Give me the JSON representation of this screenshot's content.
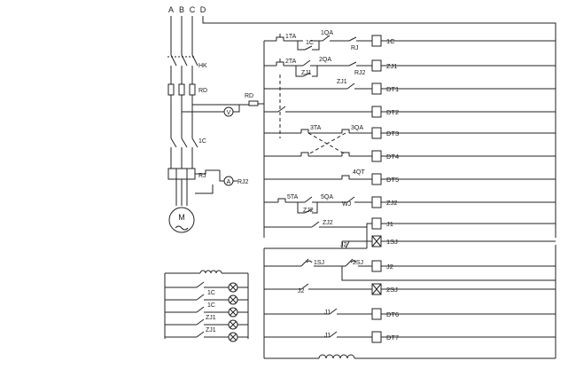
{
  "phases": [
    "A",
    "B",
    "C",
    "D"
  ],
  "power": {
    "switch": "HK",
    "fuse": "RD",
    "contactor": "1C",
    "overload": "RJ",
    "rd_aux": "RD",
    "voltmeter": "V",
    "ammeter": "A",
    "ammeter_relay": "RJ2",
    "motor": "M"
  },
  "rungs": [
    {
      "coil": "1C",
      "contacts": [
        "1TA",
        "1QA",
        "1C",
        "RJ"
      ]
    },
    {
      "coil": "ZJ1",
      "contacts": [
        "2TA",
        "2QA",
        "ZJ1",
        "RJ2"
      ]
    },
    {
      "coil": "DT1",
      "contacts": [
        "ZJ1"
      ]
    },
    {
      "coil": "DT2",
      "contacts": []
    },
    {
      "coil": "DT3",
      "contacts": [
        "3TA",
        "3QA"
      ]
    },
    {
      "coil": "DT4",
      "contacts": []
    },
    {
      "coil": "DT5",
      "contacts": [
        "4QT"
      ]
    },
    {
      "coil": "ZJ2",
      "contacts": [
        "5TA",
        "5QA",
        "ZJ2",
        "WJ"
      ]
    },
    {
      "coil": "J1",
      "contacts": [
        "ZJ2"
      ]
    },
    {
      "coil": "1SJ",
      "contacts": [
        "J2"
      ]
    },
    {
      "coil": "J2",
      "contacts": [
        "1SJ",
        "2SJ"
      ]
    },
    {
      "coil": "2SJ",
      "contacts": [
        "J2"
      ]
    },
    {
      "coil": "DT6",
      "contacts": [
        "J1"
      ]
    },
    {
      "coil": "DT7",
      "contacts": [
        "J1"
      ]
    }
  ],
  "lamps": [
    {
      "label": ""
    },
    {
      "label": "1C"
    },
    {
      "label": "1C"
    },
    {
      "label": "ZJ1"
    },
    {
      "label": "ZJ1"
    }
  ]
}
